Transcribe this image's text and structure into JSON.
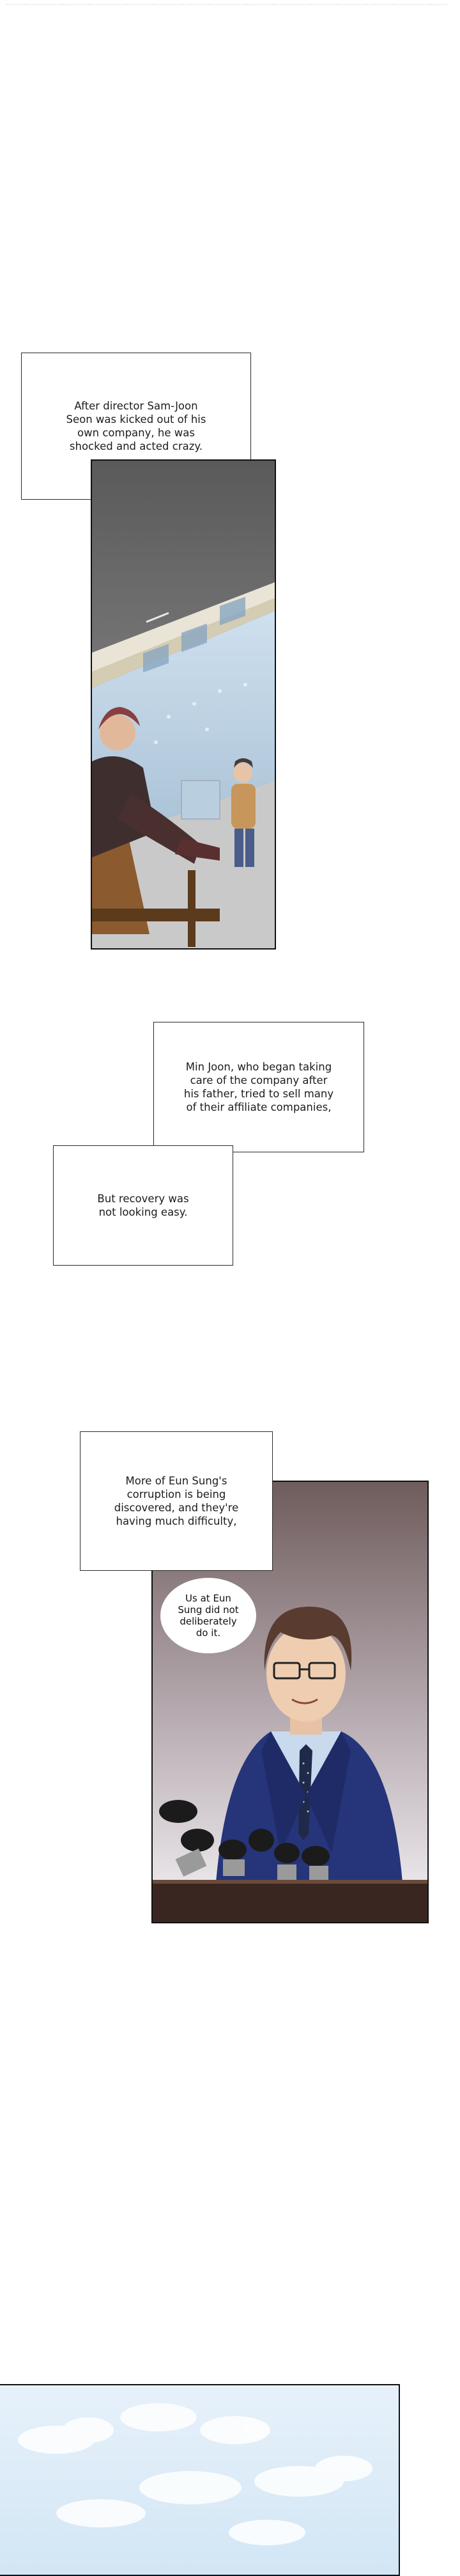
{
  "captions": {
    "c1": [
      "After director Sam-Joon",
      "Seon was kicked out of his",
      "own company, he was",
      "shocked and acted crazy."
    ],
    "c2": [
      "Min Joon, who began taking",
      "care of the company after",
      "his father, tried to sell many",
      "of their affiliate companies,"
    ],
    "c3": [
      "But recovery was",
      "not looking easy."
    ],
    "c4": [
      "More of Eun Sung's",
      "corruption is being",
      "discovered, and they're",
      "having much difficulty,"
    ]
  },
  "speech": {
    "s1": [
      "Us at Eun",
      "Sung did not",
      "deliberately",
      "do it."
    ]
  },
  "colors": {
    "panel_border": "#111111",
    "suit": "#26357a",
    "sky": "#dcecf8"
  }
}
